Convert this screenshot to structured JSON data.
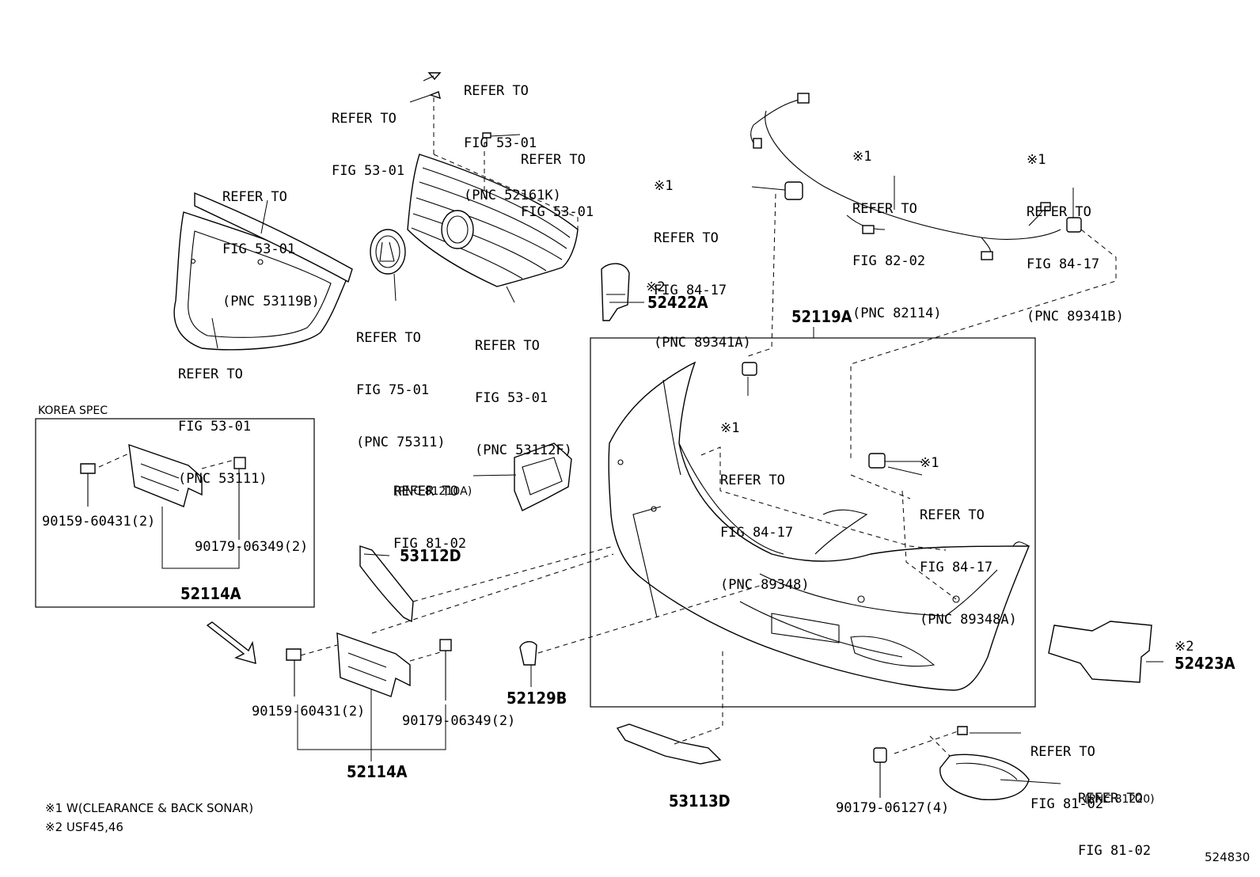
{
  "refs": {
    "r_52161k": [
      "REFER TO",
      "FIG 53-01",
      "(PNC 52161K)"
    ],
    "r_fig5301_a": [
      "REFER TO",
      "FIG 53-01"
    ],
    "r_fig5301_b": [
      "REFER TO",
      "FIG 53-01"
    ],
    "r_53119b": [
      "REFER TO",
      "FIG 53-01",
      "(PNC 53119B)"
    ],
    "r_53111": [
      "REFER TO",
      "FIG 53-01",
      "(PNC 53111)"
    ],
    "r_75311": [
      "REFER TO",
      "FIG 75-01",
      "(PNC 75311)"
    ],
    "r_53112f": [
      "REFER TO",
      "FIG 53-01",
      "(PNC 53112F)"
    ],
    "r_89341a": [
      "※1",
      "REFER TO",
      "FIG 84-17",
      "(PNC 89341A)"
    ],
    "r_82114": [
      "※1",
      "REFER TO",
      "FIG 82-02",
      "(PNC 82114)"
    ],
    "r_89341b": [
      "※1",
      "REFER TO",
      "FIG 84-17",
      "(PNC 89341B)"
    ],
    "r_89348": [
      "※1",
      "REFER TO",
      "FIG 84-17",
      "(PNC 89348)"
    ],
    "r_89348a": [
      "※1",
      "REFER TO",
      "FIG 84-17",
      "(PNC 89348A)"
    ],
    "r_81210a": [
      "REFER TO",
      "FIG 81-02"
    ],
    "r_81210a_pnc": "(PNC 81210A)",
    "r_fig8102": [
      "REFER TO",
      "FIG 81-02"
    ],
    "r_81220": [
      "REFER TO",
      "FIG 81-02"
    ],
    "r_81220_pnc": "(PNC 81220)"
  },
  "parts": {
    "p52422a_mark": "※2",
    "p52422a": "52422A",
    "p52119a": "52119A",
    "p53112d": "53112D",
    "p52129b": "52129B",
    "p52423a_mark": "※2",
    "p52423a": "52423A",
    "p53113d": "53113D",
    "p52114a_korea": "52114A",
    "p52114a": "52114A",
    "bolt_korea": "90159-60431(2)",
    "nut_korea": "90179-06349(2)",
    "bolt": "90159-60431(2)",
    "nut": "90179-06349(2)",
    "clip": "90179-06127(4)"
  },
  "korea_title": "KOREA SPEC",
  "notes": {
    "n1": "※1 W(CLEARANCE & BACK SONAR)",
    "n2": "※2 USF45,46"
  },
  "figure_number": "524830"
}
